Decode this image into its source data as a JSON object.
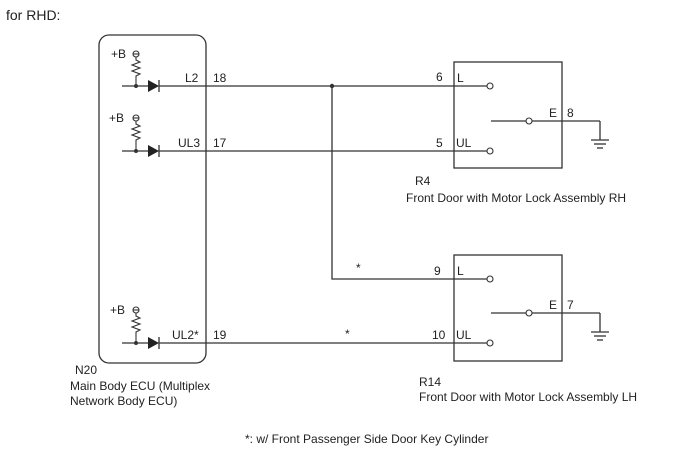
{
  "header": "for RHD:",
  "ecu": {
    "code": "N20",
    "name_line1": "Main Body ECU (Multiplex",
    "name_line2": "Network Body ECU)",
    "supply_label": "+B",
    "pins": [
      {
        "name": "L2",
        "number": "18"
      },
      {
        "name": "UL3",
        "number": "17"
      },
      {
        "name": "UL2*",
        "number": "19"
      }
    ]
  },
  "rh_assembly": {
    "code": "R4",
    "name": "Front Door with Motor Lock Assembly RH",
    "pins": [
      {
        "number": "6",
        "name": "L"
      },
      {
        "number": "5",
        "name": "UL"
      }
    ],
    "ground_pin": {
      "name": "E",
      "number": "8"
    }
  },
  "lh_assembly": {
    "code": "R14",
    "name": "Front Door with Motor Lock Assembly LH",
    "pins": [
      {
        "number": "9",
        "name": "L"
      },
      {
        "number": "10",
        "name": "UL"
      }
    ],
    "ground_pin": {
      "name": "E",
      "number": "7"
    }
  },
  "wire_marks": {
    "branch_star": "*",
    "ul2_star": "*"
  },
  "footnote": "*: w/ Front Passenger Side Door Key Cylinder"
}
